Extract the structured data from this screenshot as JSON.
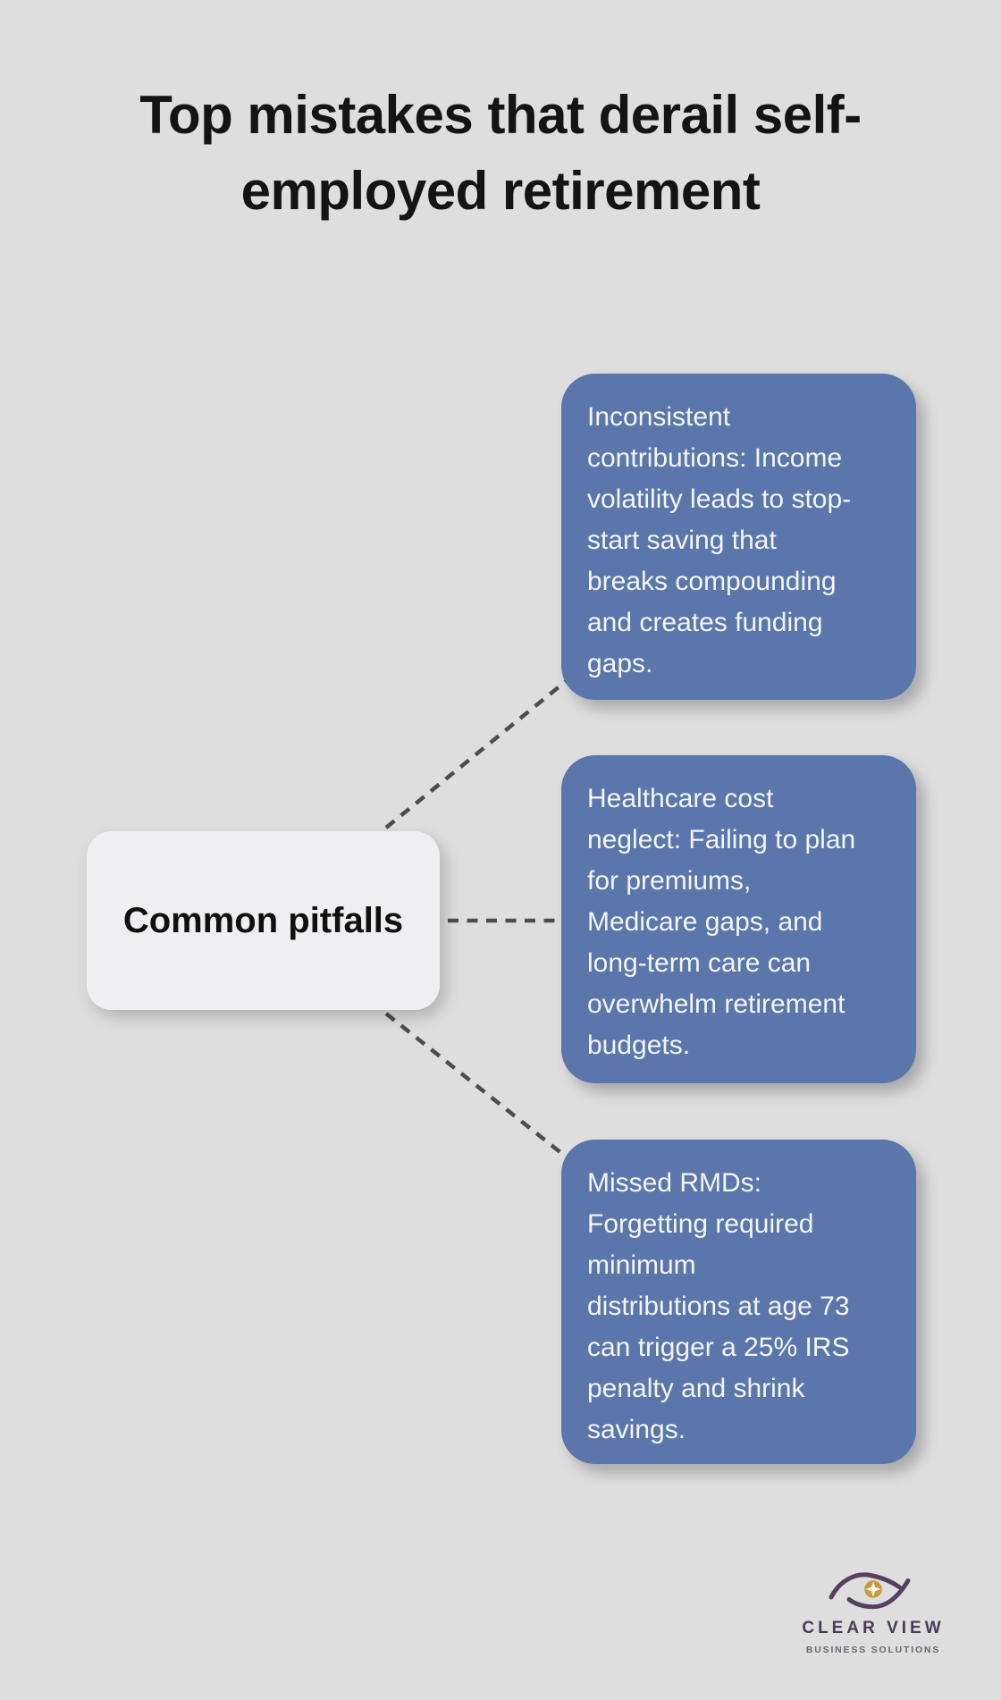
{
  "title": "Top mistakes that derail self-\nemployed retirement",
  "center_node": {
    "label": "Common pitfalls"
  },
  "pitfalls": [
    {
      "text": "Inconsistent\ncontributions: Income\nvolatility leads to stop-\nstart saving that\nbreaks compounding\nand creates funding\ngaps."
    },
    {
      "text": "Healthcare cost\nneglect: Failing to plan\nfor premiums,\nMedicare gaps, and\nlong-term care can\noverwhelm retirement\nbudgets."
    },
    {
      "text": "Missed RMDs:\nForgetting required\nminimum\ndistributions at age 73\ncan trigger a 25% IRS\npenalty and shrink\nsavings."
    }
  ],
  "logo": {
    "brand": "CLEAR VIEW",
    "tagline": "BUSINESS SOLUTIONS",
    "icon": "clear-view-eye-icon"
  },
  "colors": {
    "background": "#dedede",
    "box_blue": "#5b76ab",
    "box_text": "#f3f5f8",
    "node_bg": "#efeff1",
    "node_text": "#101010",
    "title_color": "#141414",
    "dash_color": "#4d4d4d",
    "logo_purple": "#4b3a57",
    "logo_tagline": "#6d6476",
    "logo_gold": "#c59a3f"
  }
}
